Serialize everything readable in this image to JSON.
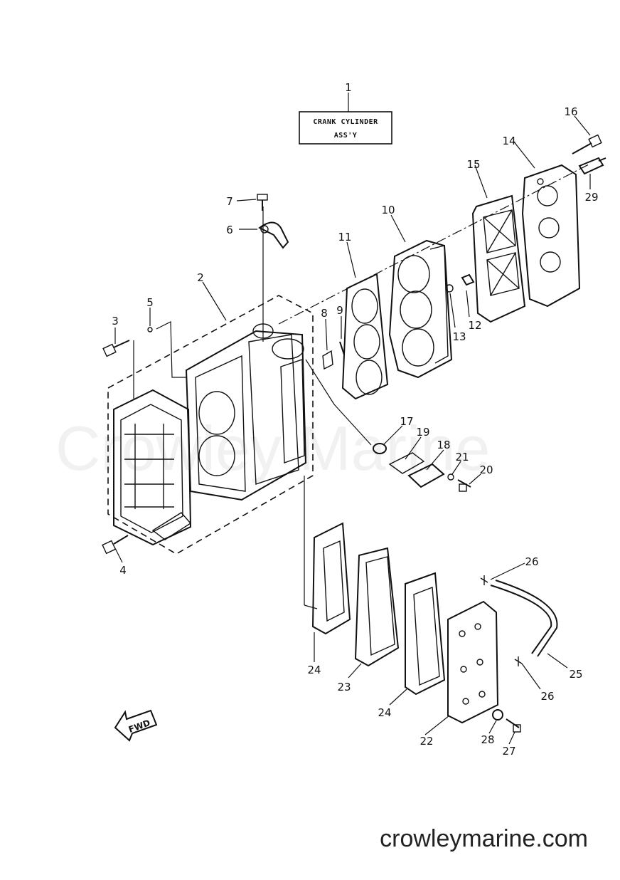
{
  "title_box": {
    "line1": "CRANK CYLINDER",
    "line2": "ASS'Y"
  },
  "watermark": "Crowley Marine",
  "website": "crowleymarine.com",
  "fwd_label": "FWD",
  "callouts": [
    "1",
    "2",
    "3",
    "4",
    "5",
    "6",
    "7",
    "8",
    "9",
    "10",
    "11",
    "12",
    "13",
    "14",
    "15",
    "16",
    "17",
    "18",
    "19",
    "20",
    "21",
    "22",
    "23",
    "24",
    "24",
    "25",
    "26",
    "26",
    "27",
    "28",
    "29"
  ]
}
